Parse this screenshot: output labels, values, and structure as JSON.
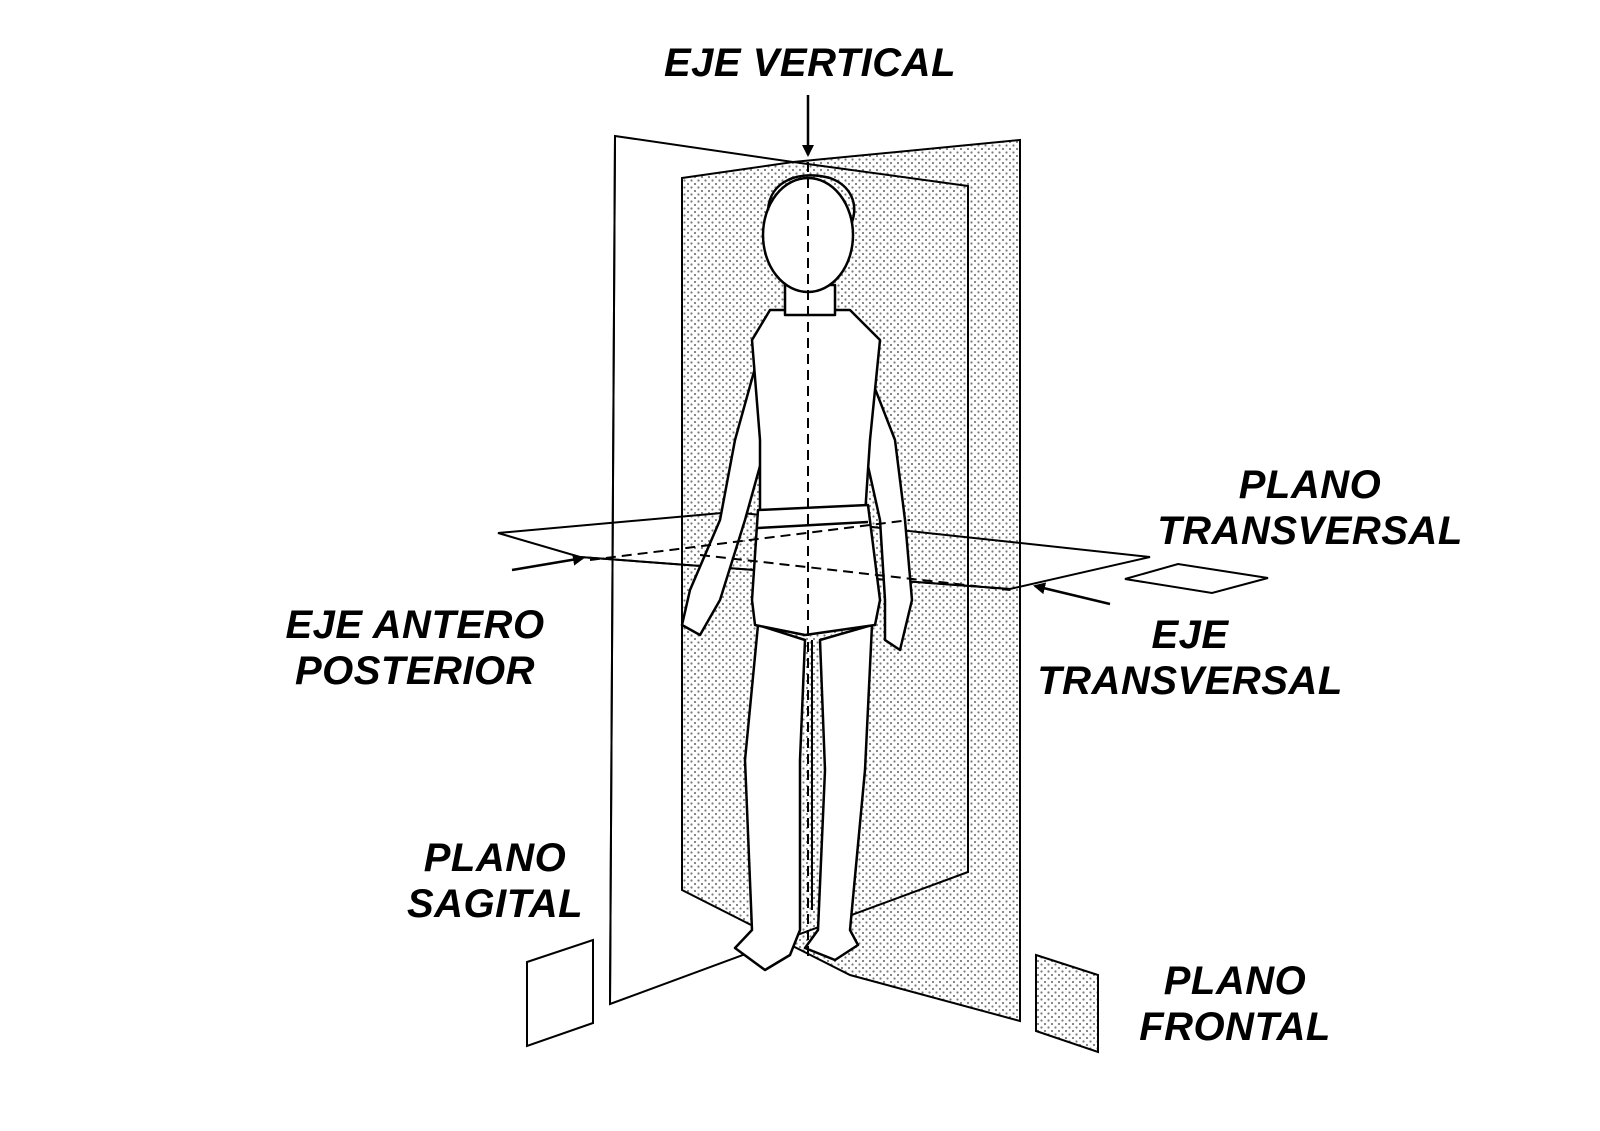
{
  "labels": {
    "eje_vertical": "EJE VERTICAL",
    "plano_transversal": [
      "PLANO",
      "TRANSVERSAL"
    ],
    "eje_antero_posterior": [
      "EJE ANTERO",
      "POSTERIOR"
    ],
    "eje_transversal": [
      "EJE",
      "TRANSVERSAL"
    ],
    "plano_sagital": [
      "PLANO",
      "SAGITAL"
    ],
    "plano_frontal": [
      "PLANO",
      "FRONTAL"
    ]
  },
  "colors": {
    "ink": "#000000",
    "paper": "#ffffff",
    "stipple": "#8a8a8a"
  }
}
